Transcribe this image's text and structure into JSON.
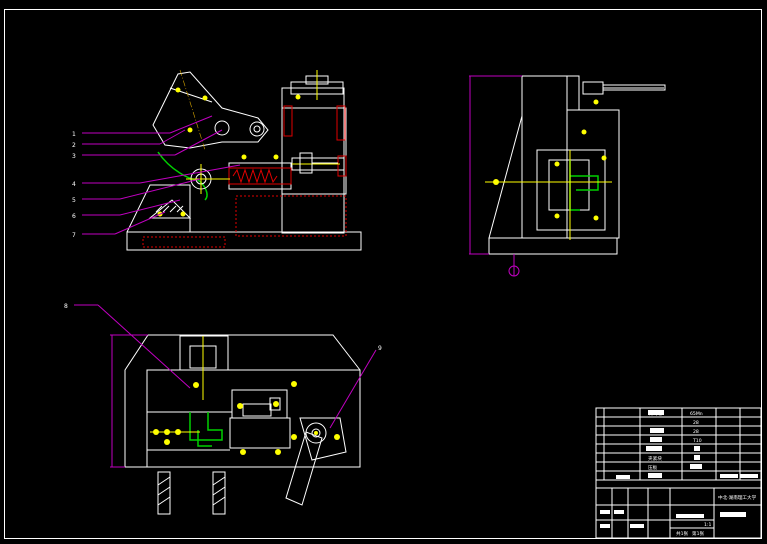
{
  "callouts": [
    "1",
    "2",
    "3",
    "4",
    "5",
    "6",
    "7",
    "8",
    "9"
  ],
  "title_block": {
    "rows": [
      {
        "name": "",
        "material": "氧气罐",
        "spec": "65Mn"
      },
      {
        "name": "",
        "material": "",
        "spec": "28"
      },
      {
        "name": "",
        "material": "",
        "spec": "28"
      },
      {
        "name": "",
        "material": "",
        "spec": "T10"
      },
      {
        "name": "",
        "material": "",
        "spec": ""
      },
      {
        "name": "",
        "material": "",
        "spec": ""
      },
      {
        "name": "",
        "material": "",
        "spec": ""
      }
    ],
    "extra_labels": [
      "夹紧块",
      "压板"
    ],
    "school": "中北·湖南理工大学",
    "footer_labels": [
      "共1张",
      "第1张"
    ],
    "scale": "1:1"
  },
  "colors": {
    "outline": "#ffffff",
    "center": "#ffff00",
    "leader": "#c000c0",
    "part": "#00d000",
    "spring": "#e00000"
  }
}
